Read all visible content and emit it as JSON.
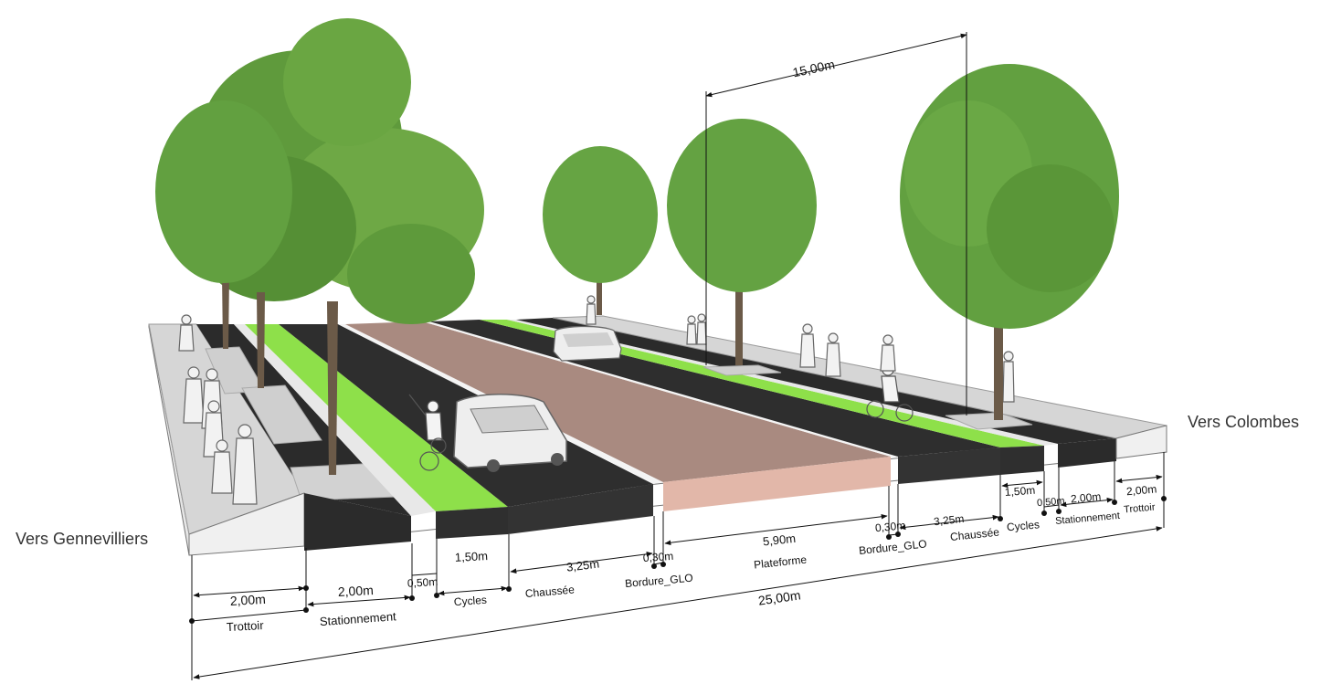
{
  "labels": {
    "left_direction": "Vers Gennevilliers",
    "right_direction": "Vers Colombes"
  },
  "top_dimension": {
    "value": "15,00m"
  },
  "front_dimensions": {
    "trottoir": {
      "value": "2,00m",
      "label": "Trottoir"
    },
    "stationnement": {
      "value": "2,00m",
      "label": "Stationnement"
    },
    "separator": {
      "value": "0,50m"
    },
    "cycles": {
      "value": "1,50m",
      "label": "Cycles"
    },
    "chaussee": {
      "value": "3,25m",
      "label": "Chaussée"
    },
    "bordure": {
      "value": "0,30m",
      "label": "Bordure_GLO"
    },
    "plateforme": {
      "value": "5,90m",
      "label": "Plateforme"
    },
    "total": {
      "value": "25,00m"
    }
  },
  "right_dimensions": {
    "bordure": {
      "value": "0,30m",
      "label": "Bordure_GLO"
    },
    "chaussee": {
      "value": "3,25m",
      "label": "Chaussée"
    },
    "cycles": {
      "value": "1,50m",
      "label": "Cycles"
    },
    "separator": {
      "value": "0,50m"
    },
    "stationnement": {
      "value": "2,00m",
      "label": "Stationnement"
    },
    "trottoir": {
      "value": "2,00m",
      "label": "Trottoir"
    }
  },
  "colors": {
    "sidewalk": "#d9d9d9",
    "asphalt": "#2e2e2e",
    "bike_lane": "#8ee04a",
    "platform": "#a98a80",
    "curb": "#ffffff",
    "tree_foliage": "#5f9a3c"
  }
}
